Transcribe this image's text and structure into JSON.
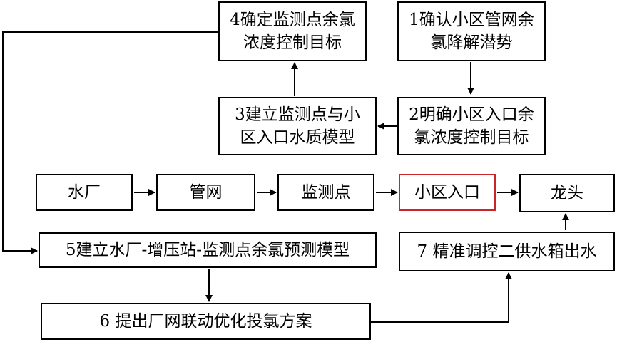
{
  "boxes": {
    "step4": "4确定监测点余氯\n浓度控制目标",
    "step1": "1确认小区管网余\n氯降解潜势",
    "step3": "3建立监测点与小\n区入口水质模型",
    "step2": "2明确小区入口余\n氯浓度控制目标",
    "water_plant": "水厂",
    "pipe_network": "管网",
    "monitoring_point": "监测点",
    "community_entrance": "小区入口",
    "faucet": "龙头",
    "step5": "5建立水厂-增压站-监测点余氯预测模型",
    "step7": "7 精准调控二供水箱出水",
    "step6": "6 提出厂网联动优化投氯方案"
  },
  "colors": {
    "border": "#000000",
    "highlight_border": "#c8262c",
    "background": "#ffffff"
  }
}
